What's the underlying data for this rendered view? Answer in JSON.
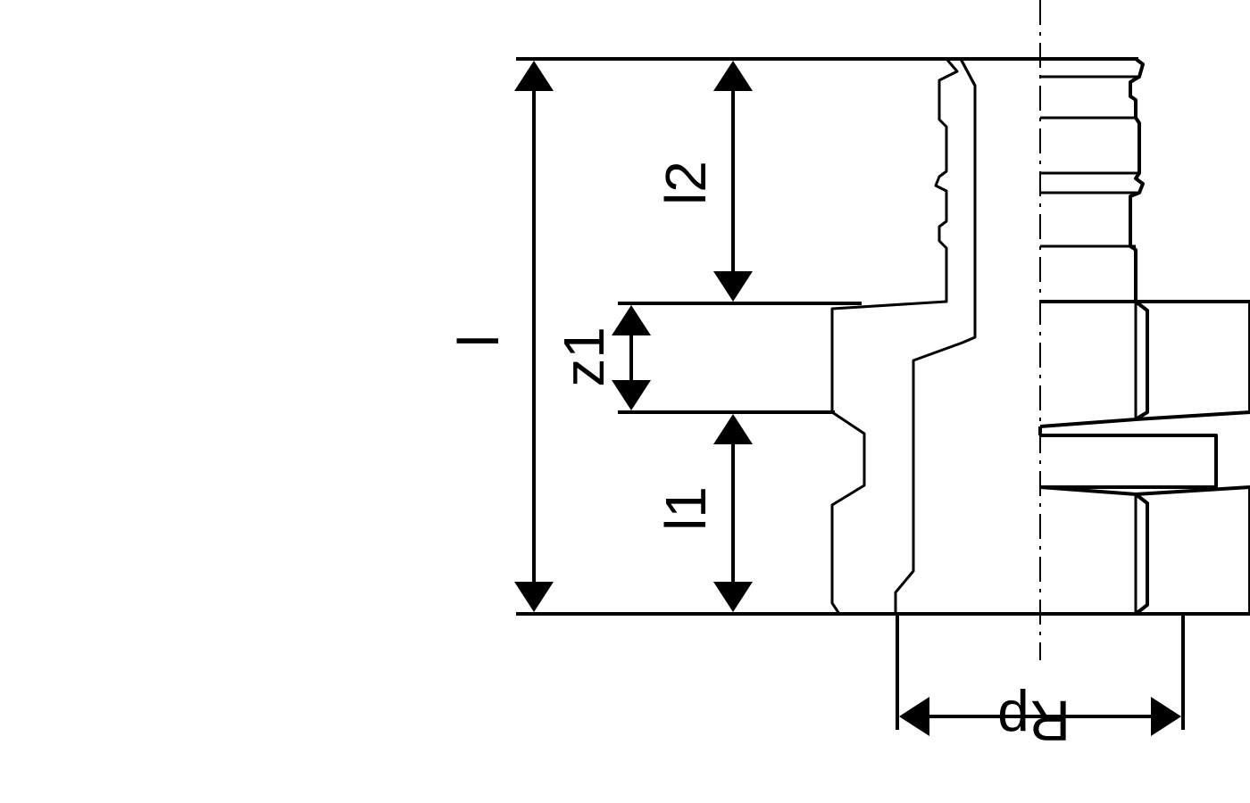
{
  "labels": {
    "overall_length": "l",
    "length_2": "l2",
    "z_dimension": "z1",
    "length_1": "l1",
    "thread": "Rp"
  }
}
